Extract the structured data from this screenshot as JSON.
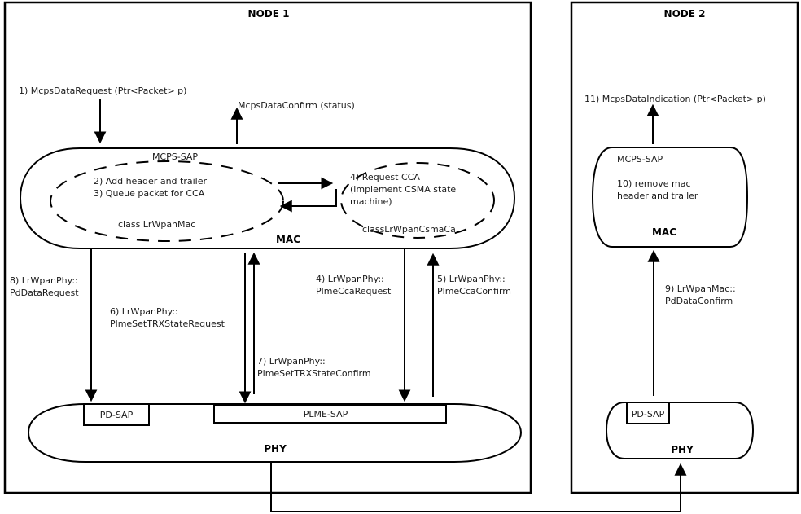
{
  "node1": {
    "title": "NODE 1",
    "mcps_data_request": "1) McpsDataRequest (Ptr<Packet> p)",
    "mcps_data_confirm": "McpsDataConfirm (status)",
    "mcps_sap": "MCPS-SAP",
    "mac_step_2": "2) Add header and trailer",
    "mac_step_3": "3) Queue packet for CCA",
    "mac_class": "class LrWpanMac",
    "cca_step_line1": "4) Request CCA",
    "cca_step_line2": "(implement CSMA state",
    "cca_step_line3": "machine)",
    "csmaca_class": "classLrWpanCsmaCa",
    "mac_label": "MAC",
    "step8_line1": "8) LrWpanPhy::",
    "step8_line2": "PdDataRequest",
    "step6_line1": "6) LrWpanPhy::",
    "step6_line2": "PlmeSetTRXStateRequest",
    "step7_line1": "7) LrWpanPhy::",
    "step7_line2": "PlmeSetTRXStateConfirm",
    "step4_line1": "4) LrWpanPhy::",
    "step4_line2": "PlmeCcaRequest",
    "step5_line1": "5) LrWpanPhy::",
    "step5_line2": "PlmeCcaConfirm",
    "pd_sap": "PD-SAP",
    "plme_sap": "PLME-SAP",
    "phy_label": "PHY"
  },
  "node2": {
    "title": "NODE 2",
    "mcps_data_indication": "11) McpsDataIndication (Ptr<Packet> p)",
    "mcps_sap": "MCPS-SAP",
    "step10_line1": "10) remove mac",
    "step10_line2": "header and trailer",
    "mac_label": "MAC",
    "step9_line1": "9) LrWpanMac::",
    "step9_line2": "PdDataConfirm",
    "pd_sap": "PD-SAP",
    "phy_label": "PHY"
  },
  "colors": {
    "line": "#000000",
    "text": "#1a1a1a",
    "background": "#ffffff"
  }
}
